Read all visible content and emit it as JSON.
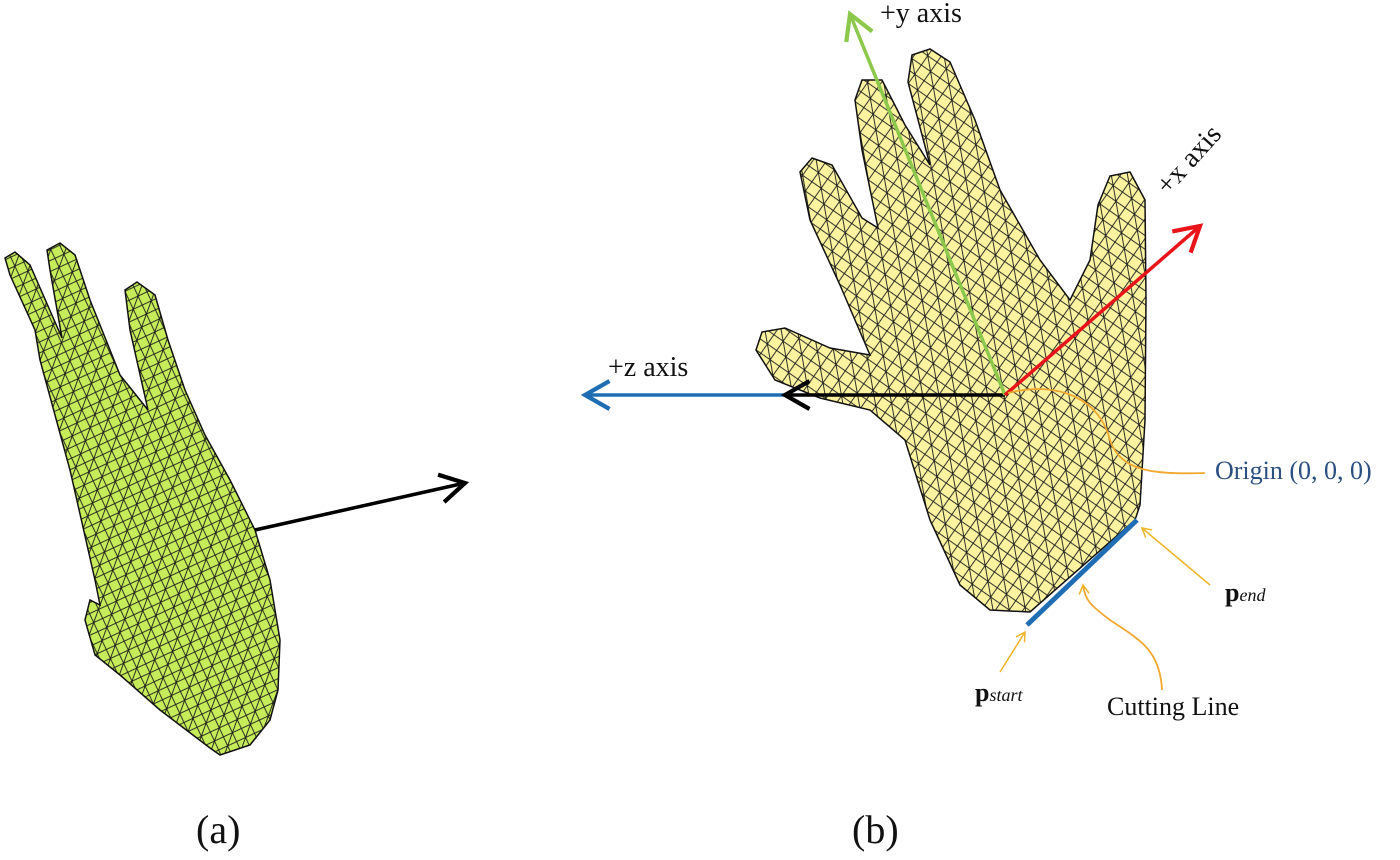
{
  "panel_a": {
    "caption": "(a)"
  },
  "panel_b": {
    "caption": "(b)",
    "y_axis_label": "+y axis",
    "x_axis_label": "+x axis",
    "z_axis_label": "+z axis",
    "origin_label": "Origin (0, 0, 0)",
    "p_start": {
      "base": "p",
      "sub": "start"
    },
    "p_end": {
      "base": "p",
      "sub": "end"
    },
    "cutting_line_label": "Cutting Line"
  },
  "colors": {
    "hand_a_fill": "#c6ec5a",
    "hand_b_fill": "#fbf3a0",
    "y_axis": "#8cc84b",
    "x_axis": "#e8141a",
    "z_axis": "#1f6db3",
    "annotation": "#f0a830",
    "origin_text": "#2a4f80"
  }
}
